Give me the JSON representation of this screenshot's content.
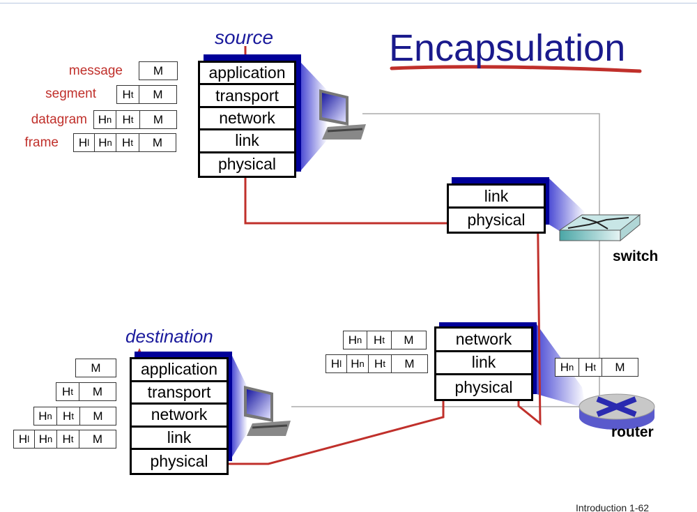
{
  "title": "Encapsulation",
  "source_label": "source",
  "destination_label": "destination",
  "switch_label": "switch",
  "router_label": "router",
  "footer": "Introduction 1-62",
  "packet_labels": [
    "message",
    "segment",
    "datagram",
    "frame"
  ],
  "source_stack": [
    "application",
    "transport",
    "network",
    "link",
    "physical"
  ],
  "switch_stack": [
    "link",
    "physical"
  ],
  "router_stack": [
    "network",
    "link",
    "physical"
  ],
  "destination_stack": [
    "application",
    "transport",
    "network",
    "link",
    "physical"
  ],
  "packets": {
    "message": [
      {
        "b": "M",
        "s": ""
      }
    ],
    "segment": [
      {
        "b": "H",
        "s": "t"
      },
      {
        "b": "M",
        "s": ""
      }
    ],
    "datagram": [
      {
        "b": "H",
        "s": "n"
      },
      {
        "b": "H",
        "s": "t"
      },
      {
        "b": "M",
        "s": ""
      }
    ],
    "frame": [
      {
        "b": "H",
        "s": "l"
      },
      {
        "b": "H",
        "s": "n"
      },
      {
        "b": "H",
        "s": "t"
      },
      {
        "b": "M",
        "s": ""
      }
    ]
  },
  "colors": {
    "title": "#1a1a8c",
    "path": "#c0302b",
    "shadow": "#000099"
  }
}
